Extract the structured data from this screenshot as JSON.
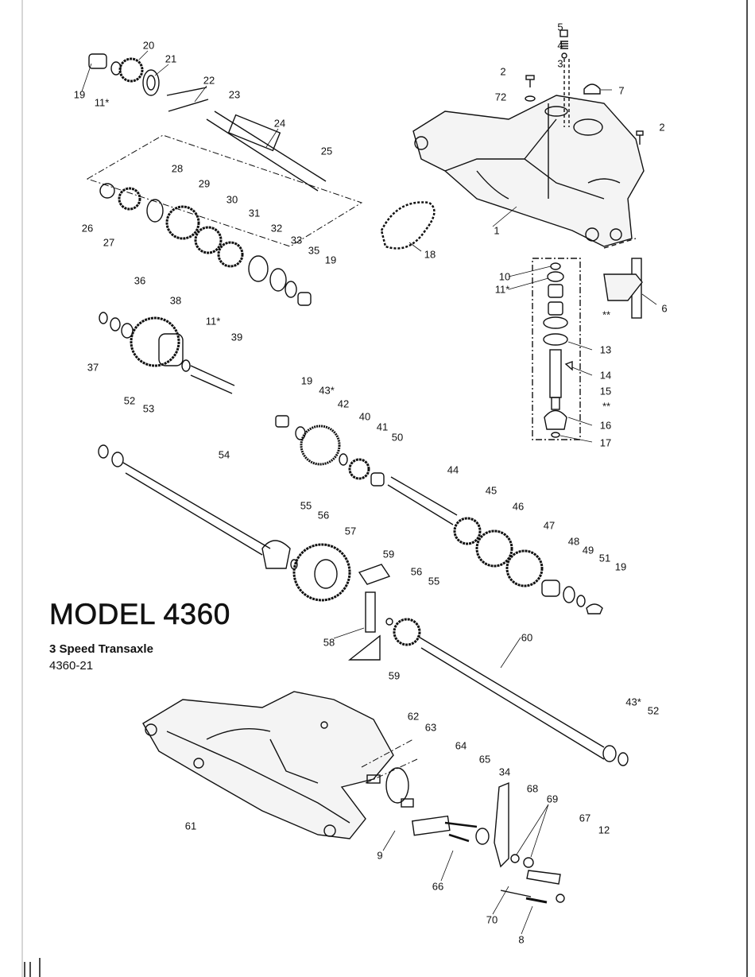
{
  "title": "MODEL 4360",
  "subtitle": "3 Speed Transaxle",
  "model_code": "4360-21",
  "callouts": [
    "5",
    "4",
    "3",
    "2",
    "72",
    "7",
    "2",
    "1",
    "20",
    "21",
    "19",
    "11*",
    "22",
    "23",
    "24",
    "25",
    "28",
    "29",
    "26",
    "27",
    "30",
    "31",
    "32",
    "33",
    "35",
    "19",
    "18",
    "10",
    "11*",
    "**",
    "13",
    "14",
    "15",
    "**",
    "16",
    "17",
    "6",
    "36",
    "38",
    "11*",
    "39",
    "37",
    "19",
    "43*",
    "42",
    "40",
    "41",
    "50",
    "52",
    "53",
    "54",
    "44",
    "45",
    "46",
    "55",
    "56",
    "57",
    "47",
    "48",
    "49",
    "51",
    "19",
    "59",
    "56",
    "55",
    "58",
    "59",
    "60",
    "43*",
    "52",
    "62",
    "63",
    "64",
    "65",
    "34",
    "68",
    "69",
    "67",
    "12",
    "61",
    "9",
    "66",
    "70",
    "8"
  ]
}
